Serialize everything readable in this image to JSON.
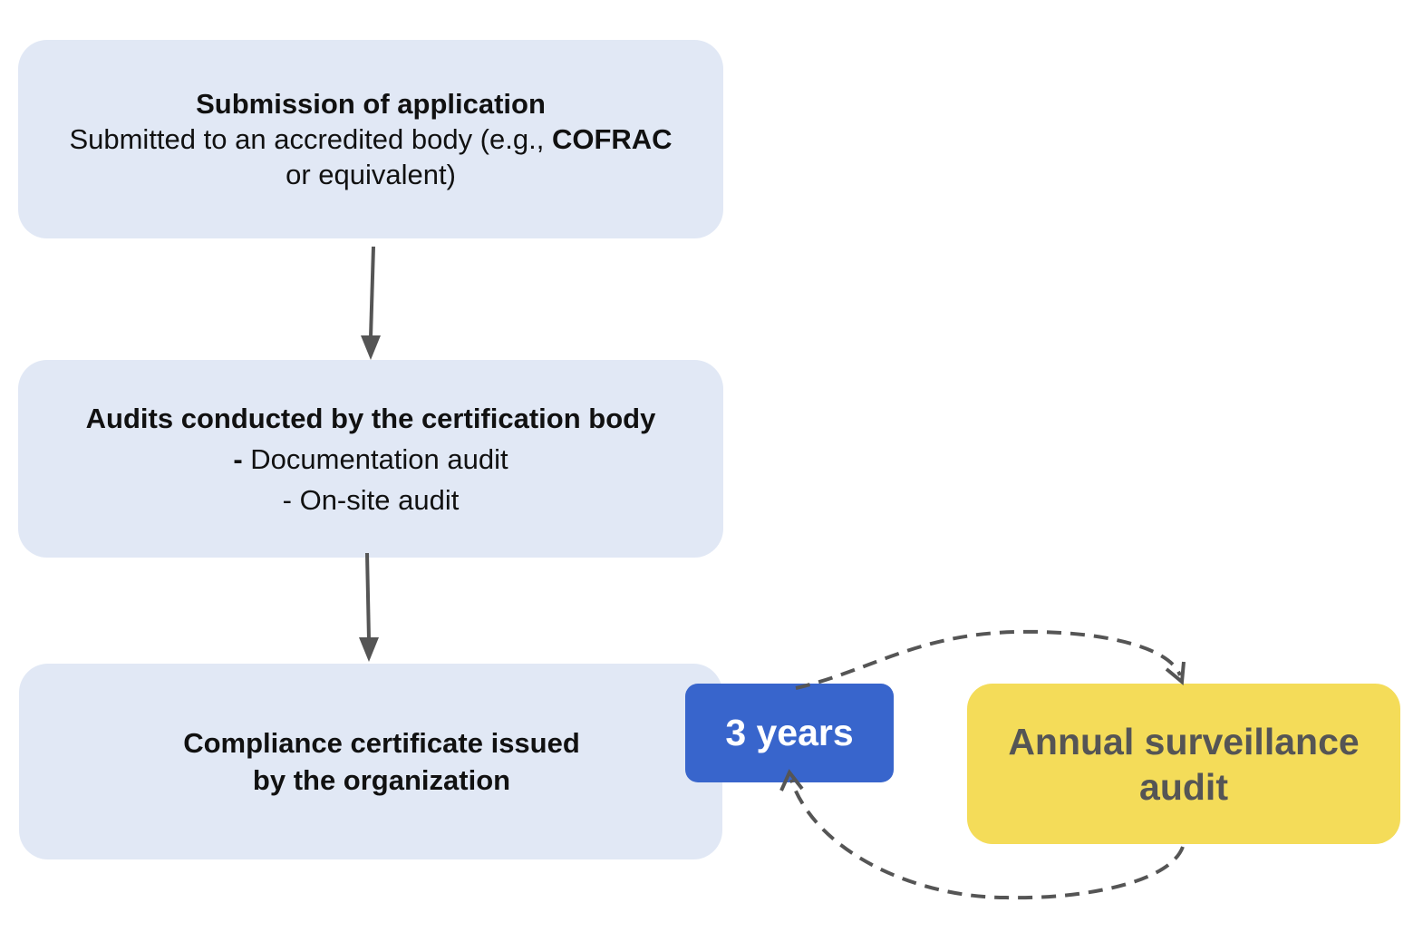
{
  "steps": {
    "submission": {
      "title": "Submission of application",
      "line1_prefix": "Submitted to an accredited body (e.g., ",
      "line1_bold": "COFRAC",
      "line2": "or equivalent)"
    },
    "audits": {
      "title": "Audits conducted by the certification body",
      "item1_dash": "-",
      "item1_text": " Documentation audit",
      "item2": "- On-site audit"
    },
    "certificate": {
      "line1": "Compliance certificate issued",
      "line2": "by the organization"
    }
  },
  "cycle": {
    "badge": "3 years",
    "annual_line1": "Annual surveillance",
    "annual_line2": "audit"
  },
  "colors": {
    "step_fill": "#e1e8f5",
    "badge_fill": "#3865cc",
    "annual_fill": "#f4dc59",
    "arrow": "#555555"
  }
}
